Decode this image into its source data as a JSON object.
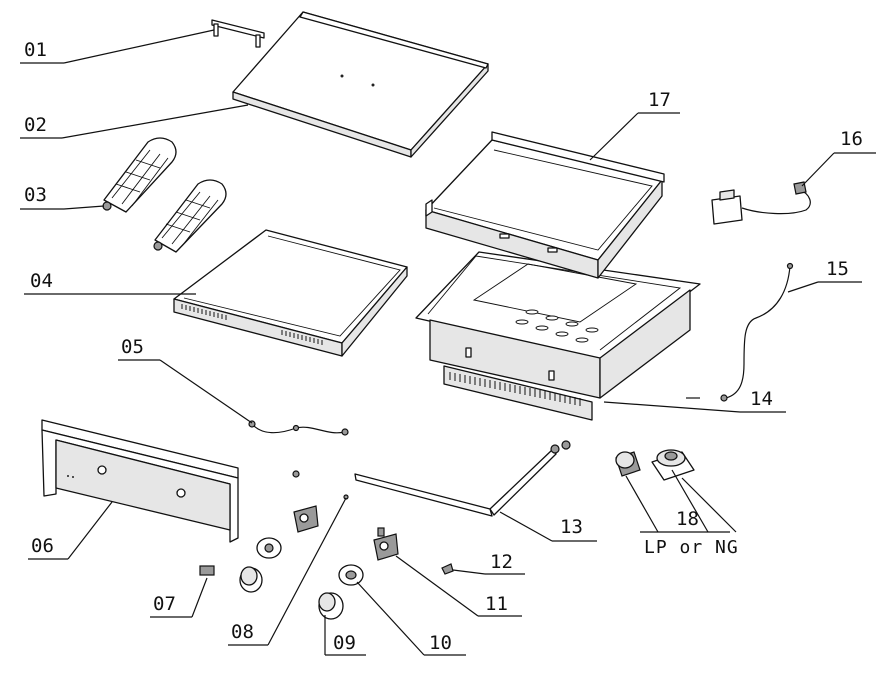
{
  "diagram": {
    "callouts": [
      {
        "id": "01",
        "label": "01"
      },
      {
        "id": "02",
        "label": "02"
      },
      {
        "id": "03",
        "label": "03"
      },
      {
        "id": "04",
        "label": "04"
      },
      {
        "id": "05",
        "label": "05"
      },
      {
        "id": "06",
        "label": "06"
      },
      {
        "id": "07",
        "label": "07"
      },
      {
        "id": "08",
        "label": "08"
      },
      {
        "id": "09",
        "label": "09"
      },
      {
        "id": "10",
        "label": "10"
      },
      {
        "id": "11",
        "label": "11"
      },
      {
        "id": "12",
        "label": "12"
      },
      {
        "id": "13",
        "label": "13"
      },
      {
        "id": "14",
        "label": "14"
      },
      {
        "id": "15",
        "label": "15"
      },
      {
        "id": "16",
        "label": "16"
      },
      {
        "id": "17",
        "label": "17"
      },
      {
        "id": "18",
        "label": "18"
      }
    ],
    "note_18": "LP or NG"
  }
}
